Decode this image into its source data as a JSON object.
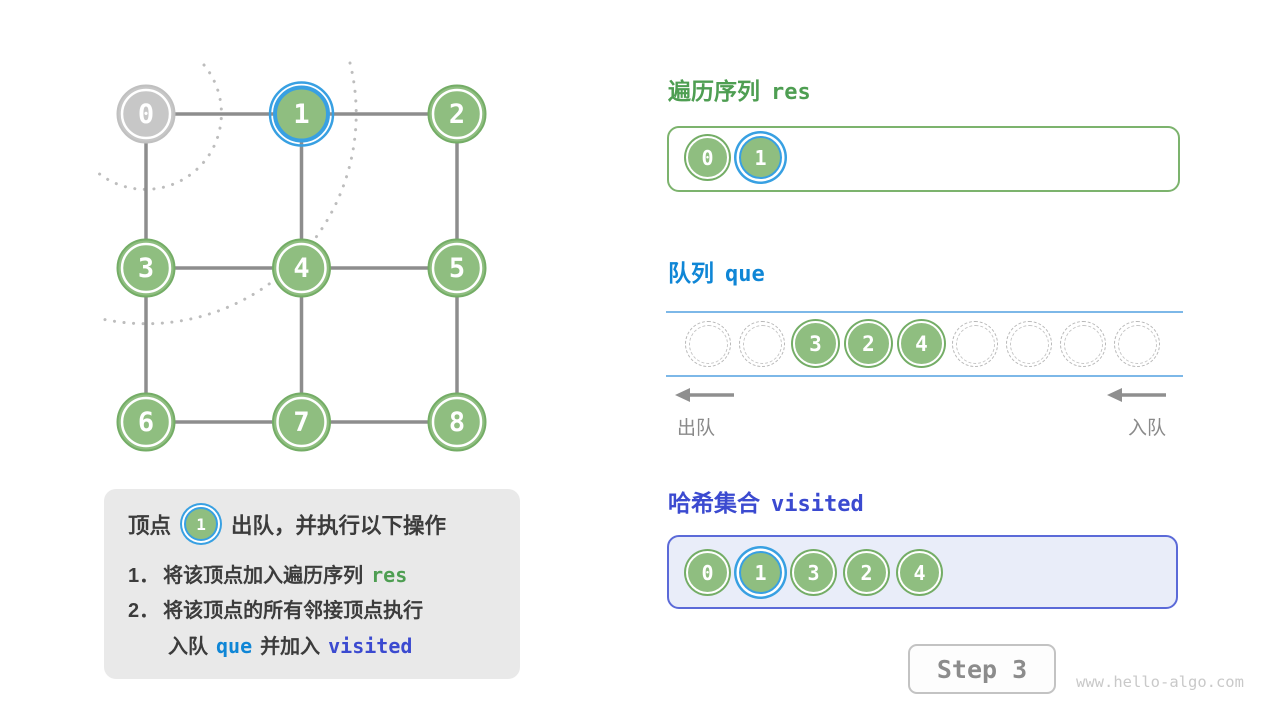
{
  "figure": {
    "step_label": "Step 3",
    "watermark": "www.hello-algo.com"
  },
  "graph": {
    "nodes": [
      {
        "id": "0",
        "row": 0,
        "col": 0,
        "state": "dequeued"
      },
      {
        "id": "1",
        "row": 0,
        "col": 1,
        "state": "current"
      },
      {
        "id": "2",
        "row": 0,
        "col": 2,
        "state": "default"
      },
      {
        "id": "3",
        "row": 1,
        "col": 0,
        "state": "default"
      },
      {
        "id": "4",
        "row": 1,
        "col": 1,
        "state": "default"
      },
      {
        "id": "5",
        "row": 1,
        "col": 2,
        "state": "default"
      },
      {
        "id": "6",
        "row": 2,
        "col": 0,
        "state": "default"
      },
      {
        "id": "7",
        "row": 2,
        "col": 1,
        "state": "default"
      },
      {
        "id": "8",
        "row": 2,
        "col": 2,
        "state": "default"
      }
    ],
    "edges": [
      [
        0,
        1
      ],
      [
        1,
        2
      ],
      [
        3,
        4
      ],
      [
        4,
        5
      ],
      [
        6,
        7
      ],
      [
        7,
        8
      ],
      [
        0,
        3
      ],
      [
        3,
        6
      ],
      [
        1,
        4
      ],
      [
        4,
        7
      ],
      [
        2,
        5
      ],
      [
        5,
        8
      ]
    ]
  },
  "info_box": {
    "title_prefix": "顶点",
    "title_node": "1",
    "title_suffix": "出队，并执行以下操作",
    "step1_num": "1．",
    "step1_text": "将该顶点加入遍历序列",
    "step1_code": "res",
    "step2_num": "2．",
    "step2_text": "将该顶点的所有邻接顶点执行",
    "step2_cont_pre": "入队",
    "step2_code1": "que",
    "step2_cont_mid": "并加入",
    "step2_code2": "visited"
  },
  "res_section": {
    "title_zh": "遍历序列",
    "title_code": "res",
    "items": [
      {
        "value": "0",
        "highlight": false
      },
      {
        "value": "1",
        "highlight": true
      }
    ]
  },
  "queue_section": {
    "title_zh": "队列",
    "title_code": "que",
    "slots": [
      "",
      "",
      "3",
      "2",
      "4",
      "",
      "",
      "",
      ""
    ],
    "dequeue_label": "出队",
    "enqueue_label": "入队"
  },
  "visited_section": {
    "title_zh": "哈希集合",
    "title_code": "visited",
    "items": [
      {
        "value": "0",
        "highlight": false
      },
      {
        "value": "1",
        "highlight": true
      },
      {
        "value": "3",
        "highlight": false
      },
      {
        "value": "2",
        "highlight": false
      },
      {
        "value": "4",
        "highlight": false
      }
    ]
  },
  "colors": {
    "node_green": "#8fbe80",
    "node_green_ring": "#74ad66",
    "node_gray": "#c7c7c7",
    "node_gray_ring": "#c0c0c0",
    "highlight_blue": "#38a0e2",
    "title_green": "#4e9e52",
    "title_blue": "#0f86d6",
    "title_indigo": "#3b4ad0",
    "edge_gray": "#8d8d8d",
    "queue_line_blue": "#7db8e8",
    "visited_box_bg": "#e9edf9",
    "visited_box_border": "#5b6ad8",
    "info_box_bg": "#e9e9e9",
    "step_gray": "#8c8c8c"
  }
}
